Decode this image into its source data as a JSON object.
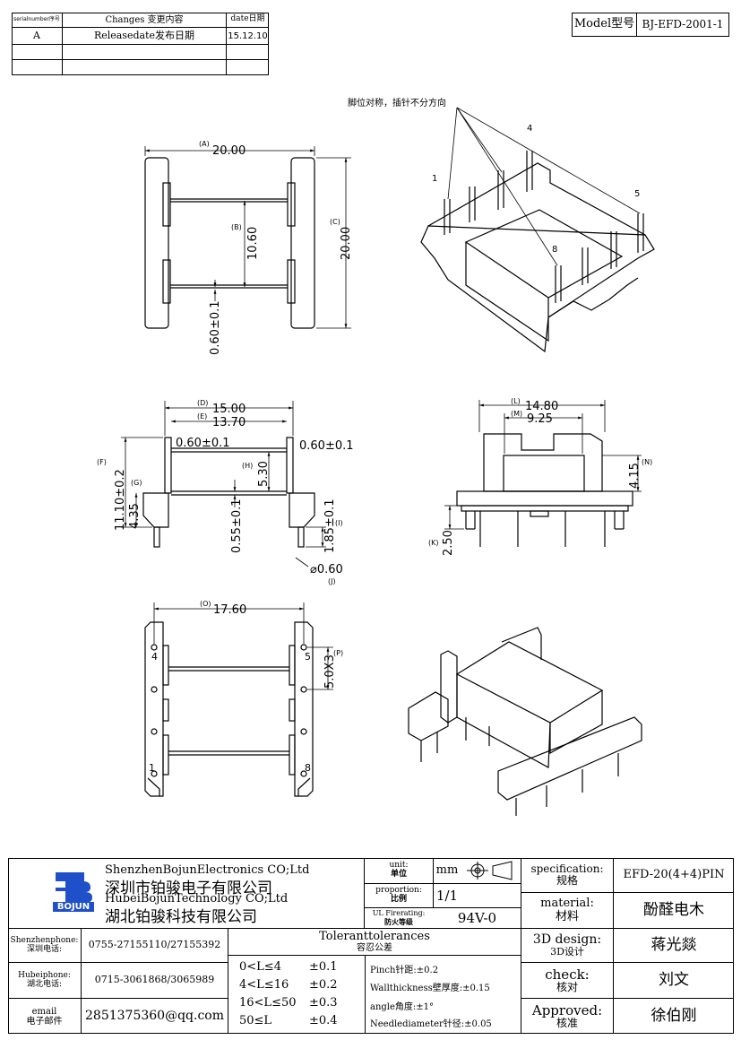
{
  "revision_table": {
    "headers": [
      "serialnumber序号",
      "Changes 变更内容",
      "date日期"
    ],
    "rows": [
      [
        "A",
        "Releasedate发布日期",
        "15.12.10"
      ],
      [
        "",
        "",
        ""
      ],
      [
        "",
        "",
        ""
      ]
    ]
  },
  "model": {
    "label": "Model型号",
    "value": "BJ-EFD-2001-1"
  },
  "drawing": {
    "annotation": "脚位对称，插针不分方向",
    "pins": [
      "1",
      "4",
      "5",
      "8"
    ],
    "dim_A": "(A)",
    "dim_A_val": "20.00",
    "dim_B": "(B)",
    "dim_B_val": "10.60",
    "dim_C": "(C)",
    "dim_C_val": "20.00",
    "dim_bottom_tol": "0.60±0.1",
    "dim_D": "(D)",
    "dim_D_val": "15.00",
    "dim_E": "(E)",
    "dim_E_val": "13.70",
    "dim_F": "(F)",
    "dim_F_val": "11.10±0.2",
    "dim_G": "(G)",
    "dim_G_val": "4.35",
    "dim_H": "(H)",
    "dim_H_val": "5.30",
    "dim_wall_l": "0.60±0.1",
    "dim_wall_r": "0.60±0.1",
    "dim_055": "0.55±0.1",
    "dim_I": "(I)",
    "dim_I_val": "1.85±0.1",
    "dim_J": "(J)",
    "dim_J_val": "⌀0.60",
    "dim_L": "(L)",
    "dim_L_val": "14.80",
    "dim_M": "(M)",
    "dim_M_val": "9.25",
    "dim_N": "(N)",
    "dim_N_val": "4.15",
    "dim_K": "(K)",
    "dim_K_val": "2.50",
    "dim_O": "(O)",
    "dim_O_val": "17.60",
    "dim_P": "(P)",
    "dim_P_val": "5.0X3"
  },
  "company": {
    "logo_text": "BOJUN",
    "name_en_1": "ShenzhenBojunElectronics CO;Ltd",
    "name_cn_1": "深圳市铂骏电子有限公司",
    "name_en_2": "HubeiBojunTechnology CO;Ltd",
    "name_cn_2": "湖北铂骏科技有限公司"
  },
  "meta": {
    "unit_label_en": "unit:",
    "unit_label_cn": "单位",
    "unit_value": "mm",
    "proportion_label_en": "proportion:",
    "proportion_label_cn": "比例",
    "proportion_value": "1/1",
    "ul_label_en": "UL Firerating:",
    "ul_label_cn": "防火等级",
    "ul_value": "94V-0"
  },
  "spec": {
    "spec_label_en": "specification:",
    "spec_label_cn": "规格",
    "spec_value": "EFD-20(4+4)PIN",
    "material_label_en": "material:",
    "material_label_cn": "材料",
    "material_value": "酚醛电木",
    "design_label_en": "3D design:",
    "design_label_cn": "3D设计",
    "design_value": "蒋光燚",
    "check_label_en": "check:",
    "check_label_cn": "核对",
    "check_value": "刘文",
    "approved_label_en": "Approved:",
    "approved_label_cn": "核准",
    "approved_value": "徐伯刚"
  },
  "contacts": {
    "sz_label_en": "Shenzhenphone:",
    "sz_label_cn": "深圳电话:",
    "sz_value": "0755-27155110/27155392",
    "hb_label_en": "Hubeiphone:",
    "hb_label_cn": "湖北电话:",
    "hb_value": "0715-3061868/3065989",
    "email_label_en": "email",
    "email_label_cn": "电子邮件",
    "email_value": "2851375360@qq.com"
  },
  "tolerances": {
    "title_en": "Toleranttolerances",
    "title_cn": "容忍公差",
    "ranges": [
      {
        "range": "0<L≤4",
        "tol": "±0.1"
      },
      {
        "range": "4<L≤16",
        "tol": "±0.2"
      },
      {
        "range": "16<L≤50",
        "tol": "±0.3"
      },
      {
        "range": "50≤L",
        "tol": "±0.4"
      }
    ],
    "notes": [
      "Pinch针距:±0.2",
      "Wallthickness壁厚度:±0.15",
      "angle角度:±1°",
      "Needlediameter针径:±0.05"
    ]
  },
  "colors": {
    "logo_blue": "#1f4fc9",
    "line": "#000000"
  }
}
